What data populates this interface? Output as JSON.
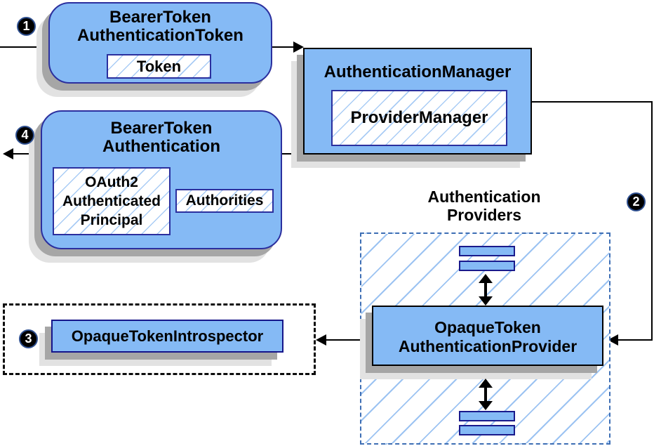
{
  "badges": {
    "step1": "1",
    "step2": "2",
    "step3": "3",
    "step4": "4"
  },
  "nodes": {
    "bearerTokenAuthenticationToken": {
      "title1": "BearerToken",
      "title2": "AuthenticationToken",
      "token": "Token"
    },
    "authenticationManager": {
      "title": "AuthenticationManager",
      "providerManager": "ProviderManager"
    },
    "bearerTokenAuthentication": {
      "title1": "BearerToken",
      "title2": "Authentication",
      "principal1": "OAuth2",
      "principal2": "Authenticated",
      "principal3": "Principal",
      "authorities": "Authorities"
    },
    "opaqueTokenIntrospector": {
      "title": "OpaqueTokenIntrospector"
    },
    "opaqueTokenAuthenticationProvider": {
      "title1": "OpaqueToken",
      "title2": "AuthenticationProvider"
    }
  },
  "labels": {
    "authProviders1": "Authentication",
    "authProviders2": "Providers"
  },
  "colors": {
    "node_fill": "#85baf5",
    "node_border_navy": "#2b2f9e",
    "node_border_black": "#000000",
    "hatch_line": "#9cc3f2",
    "dashed_container_border": "#3d6eb4",
    "dotted_container_border": "#0d0d0d",
    "shadow_dark": "#a6a6a6",
    "shadow_light": "#e2e2e2",
    "badge_bg": "#000000",
    "badge_text": "#ffffff"
  }
}
